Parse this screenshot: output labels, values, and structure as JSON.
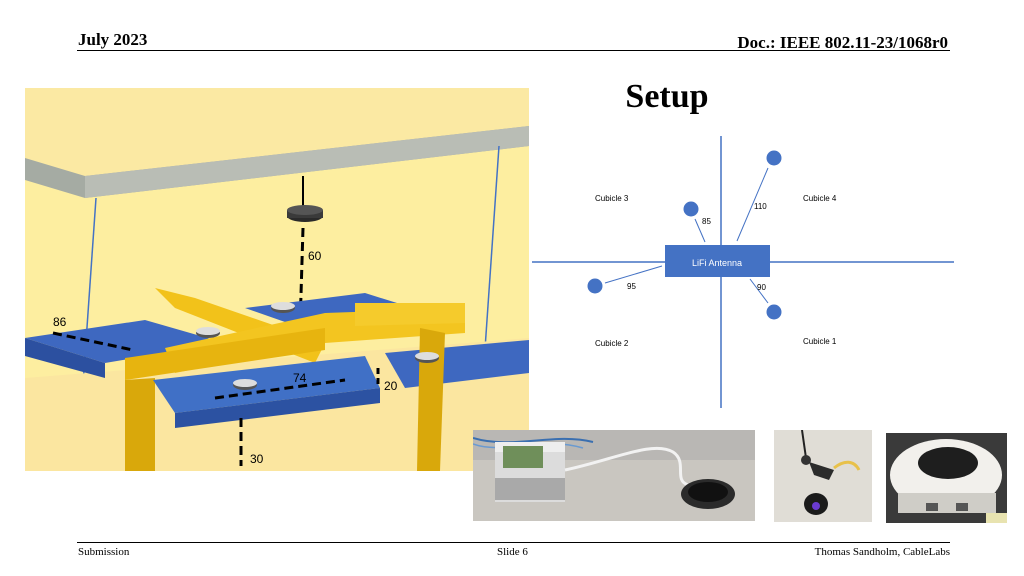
{
  "header": {
    "date": "July 2023",
    "doc": "Doc.: IEEE 802.11-23/1068r0"
  },
  "title": "Setup",
  "render3d": {
    "dimensions": {
      "d60": "60",
      "d86": "86",
      "d74": "74",
      "d20": "20",
      "d30": "30"
    }
  },
  "diagram": {
    "center_label": "LiFi Antenna",
    "cubicles": {
      "c1": "Cubicle 1",
      "c2": "Cubicle 2",
      "c3": "Cubicle 3",
      "c4": "Cubicle 4"
    },
    "distances": {
      "d85": "85",
      "d110": "110",
      "d95": "95",
      "d90": "90"
    },
    "colors": {
      "blue": "#4472c4"
    }
  },
  "photos": [
    {
      "name": "hardware-photo"
    },
    {
      "name": "ceiling-antenna-photo"
    },
    {
      "name": "receiver-device-photo"
    }
  ],
  "footer": {
    "left": "Submission",
    "center": "Slide 6",
    "right": "Thomas Sandholm, CableLabs"
  }
}
